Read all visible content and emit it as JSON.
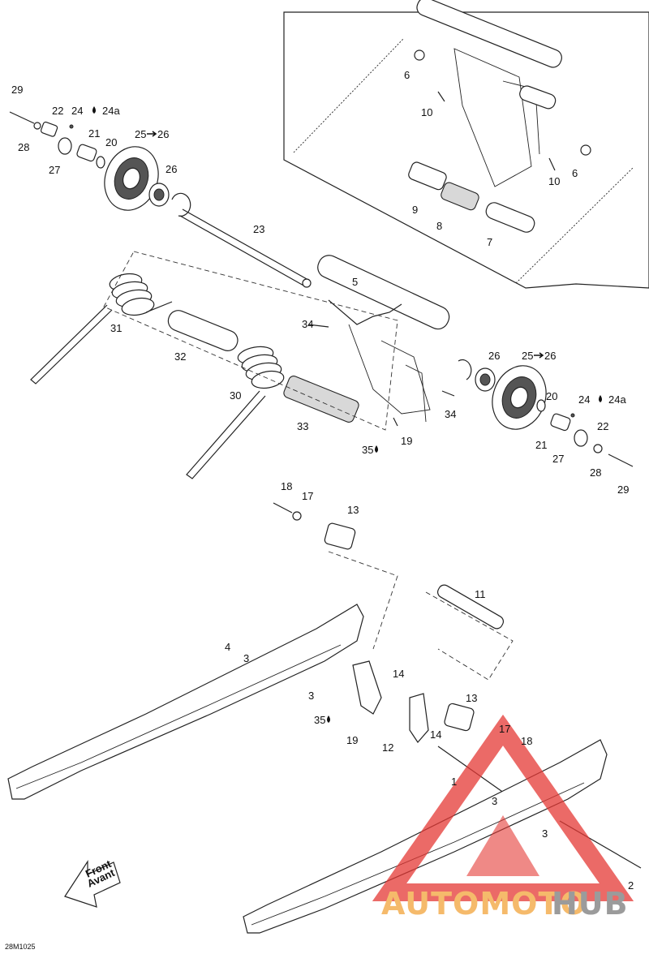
{
  "figure_code": "28M1025",
  "watermark": {
    "text_a": "AUTOMOTO",
    "text_b": "HUB",
    "color_a": "#f2a33a",
    "color_b": "#7a7a7a",
    "logo_color": "#e53935"
  },
  "direction_arrow": {
    "line1": "Front",
    "line2": "Avant"
  },
  "part_labels": [
    "1",
    "2",
    "3",
    "3",
    "3",
    "3",
    "4",
    "5",
    "6",
    "6",
    "7",
    "8",
    "9",
    "10",
    "10",
    "11",
    "12",
    "13",
    "13",
    "14",
    "14",
    "17",
    "17",
    "18",
    "18",
    "19",
    "19",
    "20",
    "20",
    "21",
    "21",
    "22",
    "22",
    "23",
    "24",
    "24",
    "24a",
    "24a",
    "25",
    "26",
    "25",
    "26",
    "26",
    "26",
    "27",
    "27",
    "28",
    "28",
    "29",
    "29",
    "30",
    "31",
    "32",
    "33",
    "34",
    "34",
    "35",
    "35"
  ]
}
